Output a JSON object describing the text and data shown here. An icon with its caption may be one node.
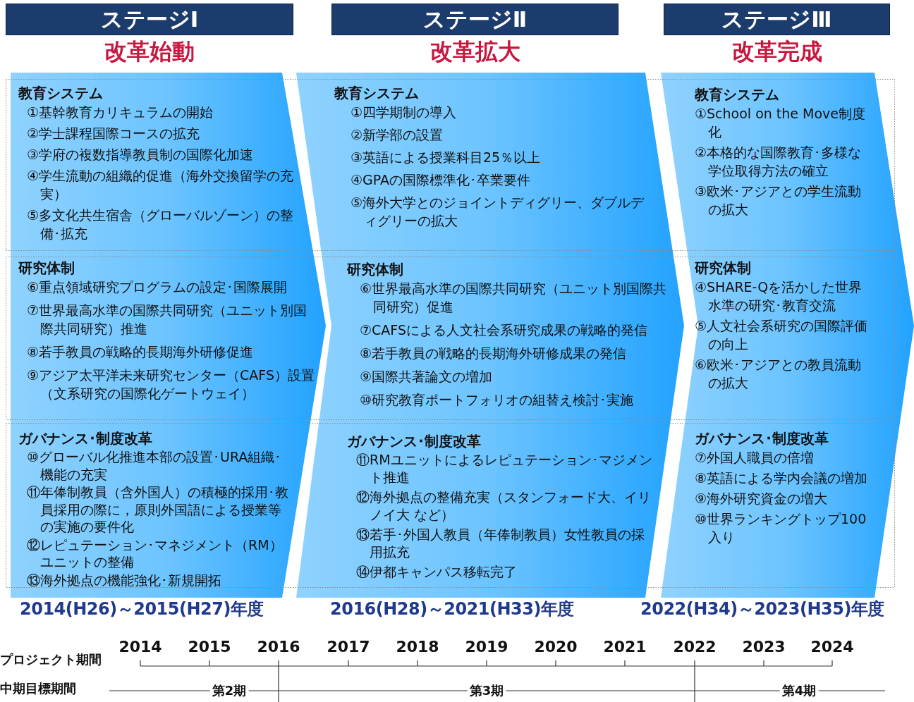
{
  "diagram": {
    "nodes": [
      {
        "text": [
          "ステージⅠ"
        ],
        "beside": [
          "改革始動"
        ]
      },
      {
        "text": [
          "ステージⅡ"
        ],
        "beside": [
          "改革拡大"
        ]
      },
      {
        "text": [
          "ステージⅢ"
        ],
        "beside": [
          "改革完成"
        ]
      },
      {
        "text": [],
        "shape": "chevron",
        "beside": [
          "2014(H26)～2015(H27)年度"
        ]
      },
      {
        "text": [
          "教育システム",
          "①基幹教育カリキュラムの開始",
          "②学士課程国際コースの拡充",
          "③学府の複数指導教員制の国際化加速",
          "④学生流動の組織的促進（海外交換留学の充実）",
          "⑤多文化共生宿舎（グローバルゾーン）の整備･拡充"
        ],
        "in": 3
      },
      {
        "text": [
          "研究体制",
          "⑥重点領域研究プログラムの設定･国際展開",
          "⑦世界最高水準の国際共同研究（ユニット別国際共同研究）推進",
          "⑧若手教員の戦略的長期海外研修促進",
          "⑨アジア太平洋未来研究センター（CAFS）設置（文系研究の国際化ゲートウェイ）"
        ],
        "in": 3
      },
      {
        "text": [
          "ガバナンス･制度改革",
          "⑩グローバル化推進本部の設置･URA組織･機能の充実",
          "⑪年俸制教員（含外国人）の積極的採用･教員採用の際に，原則外国語による授業等の実施の要件化",
          "⑫レピュテーション･マネジメント（RM）ユニットの整備",
          "⑬海外拠点の機能強化･新規開拓"
        ],
        "in": 3
      },
      {
        "text": [],
        "shape": "chevron",
        "beside": [
          "2016(H28)～2021(H33)年度"
        ]
      },
      {
        "text": [
          "教育システム",
          "①四学期制の導入",
          "②新学部の設置",
          "③英語による授業科目25％以上",
          "④GPAの国際標準化･卒業要件",
          "⑤海外大学とのジョイントディグリー、ダブルディグリーの拡大"
        ],
        "in": 7
      },
      {
        "text": [
          "研究体制",
          "⑥世界最高水準の国際共同研究（ユニット別国際共同研究）促進",
          "⑦CAFSによる人文社会系研究成果の戦略的発信",
          "⑧若手教員の戦略的長期海外研修成果の発信",
          "⑨国際共著論文の増加",
          "⑩研究教育ポートフォリオの組替え検討･実施"
        ],
        "in": 7
      },
      {
        "text": [
          "ガバナンス･制度改革",
          "⑪RMユニットによるレピュテーション･マジメント推進",
          "⑫海外拠点の整備充実（スタンフォード大、イリノイ大 など）",
          "⑬若手･外国人教員（年俸制教員）女性教員の採用拡充",
          "⑭伊都キャンパス移転完了"
        ],
        "in": 7
      },
      {
        "text": [],
        "shape": "chevron",
        "beside": [
          "2022(H34)～2023(H35)年度"
        ]
      },
      {
        "text": [
          "教育システム",
          "①School on the Move制度化",
          "②本格的な国際教育･多様な学位取得方法の確立",
          "③欧米･アジアとの学生流動の拡大"
        ],
        "in": 11
      },
      {
        "text": [
          "研究体制",
          "④SHARE-Qを活かした世界水準の研究･教育交流",
          "⑤人文社会系研究の国際評価の向上",
          "⑥欧米･アジアとの教員流動の拡大"
        ],
        "in": 11
      },
      {
        "text": [
          "ガバナンス･制度改革",
          "⑦外国人職員の倍増",
          "⑧英語による学内会議の増加",
          "⑨海外研究資金の増大",
          "⑩世界ランキングトップ100入り"
        ],
        "in": 11
      }
    ],
    "labels": [
      "2014",
      "2015",
      "2016",
      "2017",
      "2018",
      "2019",
      "2020",
      "2021",
      "2022",
      "2023",
      "2024",
      "プロジェクト期間",
      "中期目標期間",
      "第2期",
      "第3期",
      "第4期"
    ]
  }
}
